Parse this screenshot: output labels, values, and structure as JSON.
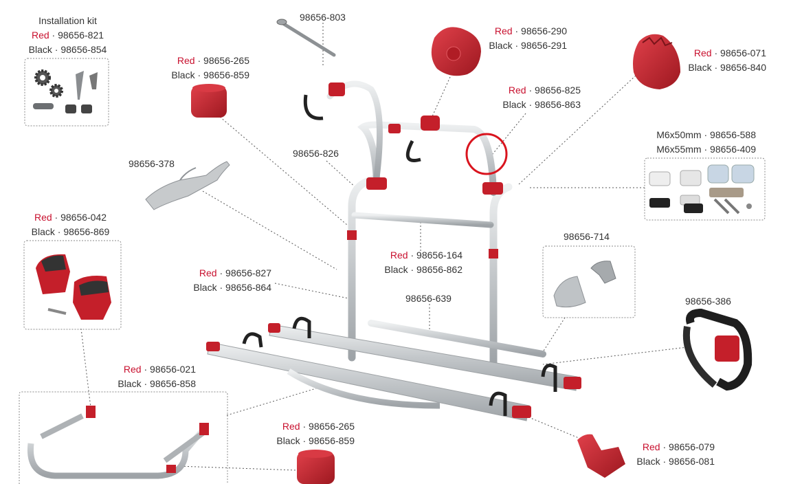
{
  "colors": {
    "accent": "#c8102e",
    "text": "#333333",
    "alu": "#c9ccce",
    "part_red": "#c41f2a",
    "highlight_circle": "#d9141e"
  },
  "separator": "·",
  "labels": {
    "installation_kit": {
      "title": "Installation kit",
      "red_word": "Red",
      "red_code": "98656-821",
      "black_word": "Black",
      "black_code": "98656-854"
    },
    "bolt": {
      "code": "98656-803"
    },
    "knob": {
      "red_word": "Red",
      "red_code": "98656-290",
      "black_word": "Black",
      "black_code": "98656-291"
    },
    "ratchet": {
      "red_word": "Red",
      "red_code": "98656-071",
      "black_word": "Black",
      "black_code": "98656-840"
    },
    "cap_top": {
      "red_word": "Red",
      "red_code": "98656-265",
      "black_word": "Black",
      "black_code": "98656-859"
    },
    "frame_upper": {
      "red_word": "Red",
      "red_code": "98656-825",
      "black_word": "Black",
      "black_code": "98656-863"
    },
    "bracket_set": {
      "line1_size": "M6x50mm",
      "line1_code": "98656-588",
      "line2_size": "M6x55mm",
      "line2_code": "98656-409"
    },
    "clamp": {
      "code": "98656-378"
    },
    "frame_side": {
      "code": "98656-826"
    },
    "crossbar": {
      "red_word": "Red",
      "red_code": "98656-164",
      "black_word": "Black",
      "black_code": "98656-862"
    },
    "end_caps": {
      "code": "98656-714"
    },
    "holder": {
      "red_word": "Red",
      "red_code": "98656-042",
      "black_word": "Black",
      "black_code": "98656-869"
    },
    "frame_lower": {
      "red_word": "Red",
      "red_code": "98656-827",
      "black_word": "Black",
      "black_code": "98656-864"
    },
    "base_tube": {
      "code": "98656-639"
    },
    "strap": {
      "code": "98656-386"
    },
    "support_arm": {
      "red_word": "Red",
      "red_code": "98656-021",
      "black_word": "Black",
      "black_code": "98656-858"
    },
    "cap_bottom": {
      "red_word": "Red",
      "red_code": "98656-265",
      "black_word": "Black",
      "black_code": "98656-859"
    },
    "wheel_holder": {
      "red_word": "Red",
      "red_code": "98656-079",
      "black_word": "Black",
      "black_code": "98656-081"
    }
  }
}
